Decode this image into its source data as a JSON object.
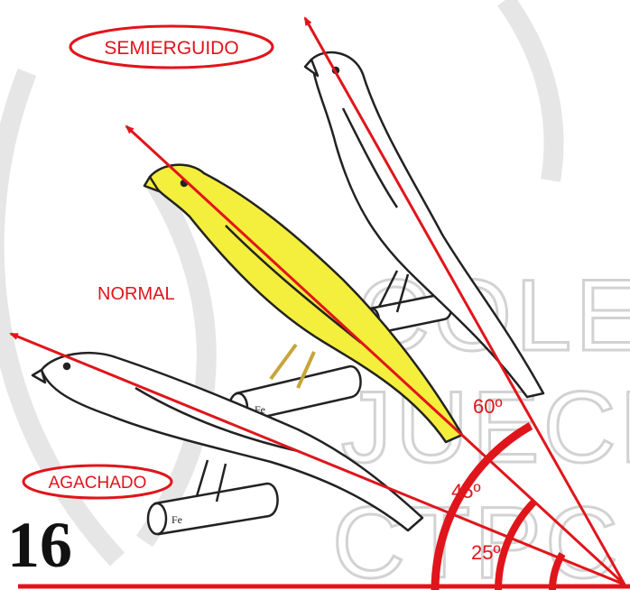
{
  "labels": {
    "semierguido": "SEMIERGUIDO",
    "normal": "NORMAL",
    "agachado": "AGACHADO"
  },
  "angles": {
    "a60": "60º",
    "a45": "45º",
    "a25": "25º"
  },
  "plate_number": "16",
  "watermark": {
    "line1": "COLEC",
    "line2": "JUECE",
    "line3": "CTPC"
  },
  "colors": {
    "accent": "#e0151b",
    "canary_yellow": "#f4ee3c",
    "watermark": "#d2d2d2"
  }
}
